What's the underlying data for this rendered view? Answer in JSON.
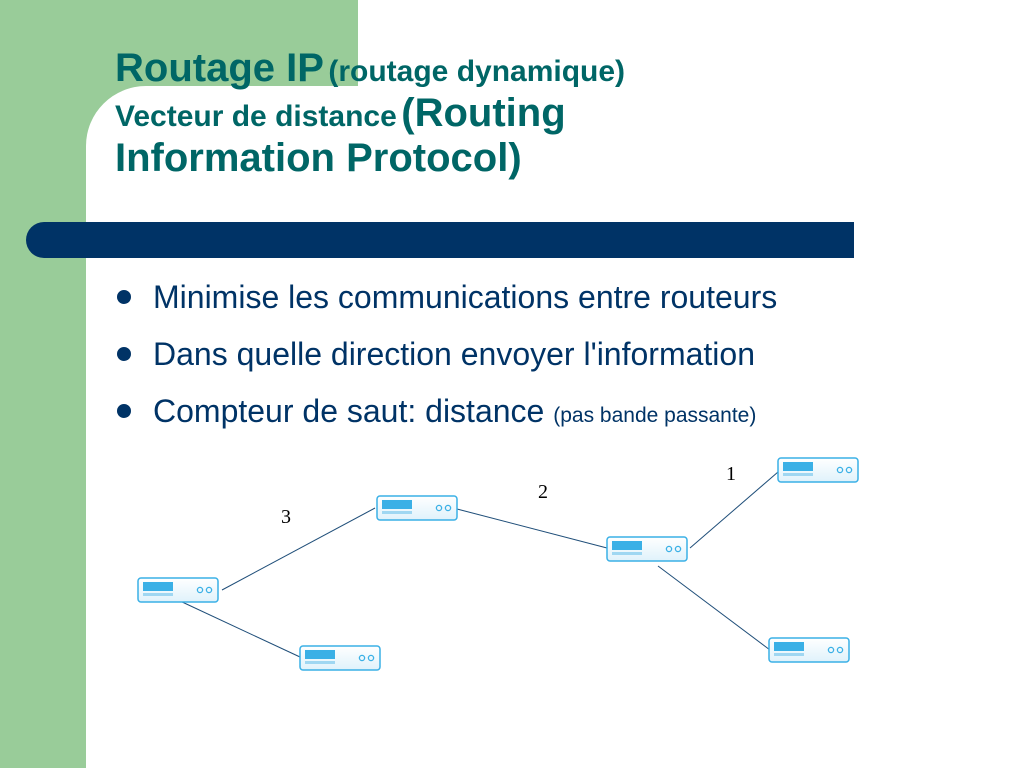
{
  "slide": {
    "title_main": "Routage IP",
    "title_paren": "(routage dynamique)",
    "title_line2_a": "Vecteur de distance",
    "title_line2_b": "(Routing",
    "title_line3": "Information Protocol)"
  },
  "bullets": [
    {
      "text": "Minimise les communications entre routeurs"
    },
    {
      "text": "Dans quelle direction envoyer l'information"
    },
    {
      "text": "Compteur de saut: distance",
      "note": "(pas bande passante)"
    }
  ],
  "diagram": {
    "icon": "router-icon",
    "hop_labels": [
      "3",
      "2",
      "1"
    ]
  },
  "colors": {
    "green_band": "#99cc99",
    "title_text": "#006666",
    "accent_bar": "#003366",
    "body_text": "#003366",
    "router_blue": "#3ab0e6"
  }
}
